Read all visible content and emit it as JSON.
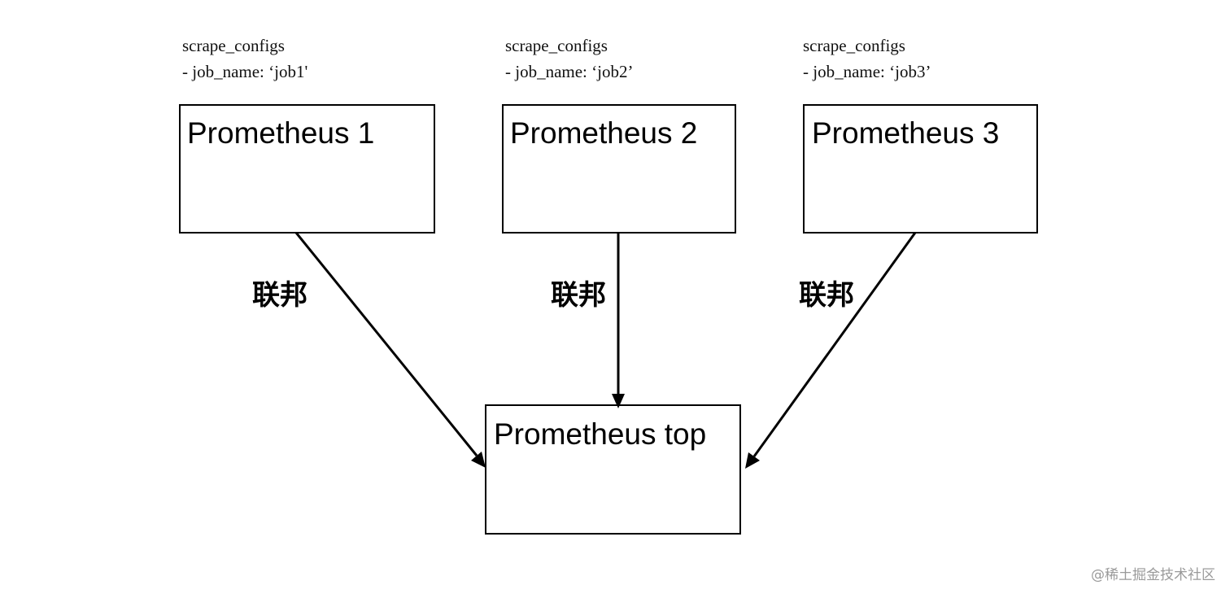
{
  "configs": {
    "p1": {
      "line1": "scrape_configs",
      "line2": "- job_name: ‘job1'"
    },
    "p2": {
      "line1": "scrape_configs",
      "line2": "- job_name: ‘job2’"
    },
    "p3": {
      "line1": "scrape_configs",
      "line2": "- job_name: ‘job3’"
    }
  },
  "nodes": {
    "p1": "Prometheus 1",
    "p2": "Prometheus 2",
    "p3": "Prometheus 3",
    "top": "Prometheus top"
  },
  "edges": {
    "e1": "联邦",
    "e2": "联邦",
    "e3": "联邦"
  },
  "watermark": "@稀土掘金技术社区"
}
